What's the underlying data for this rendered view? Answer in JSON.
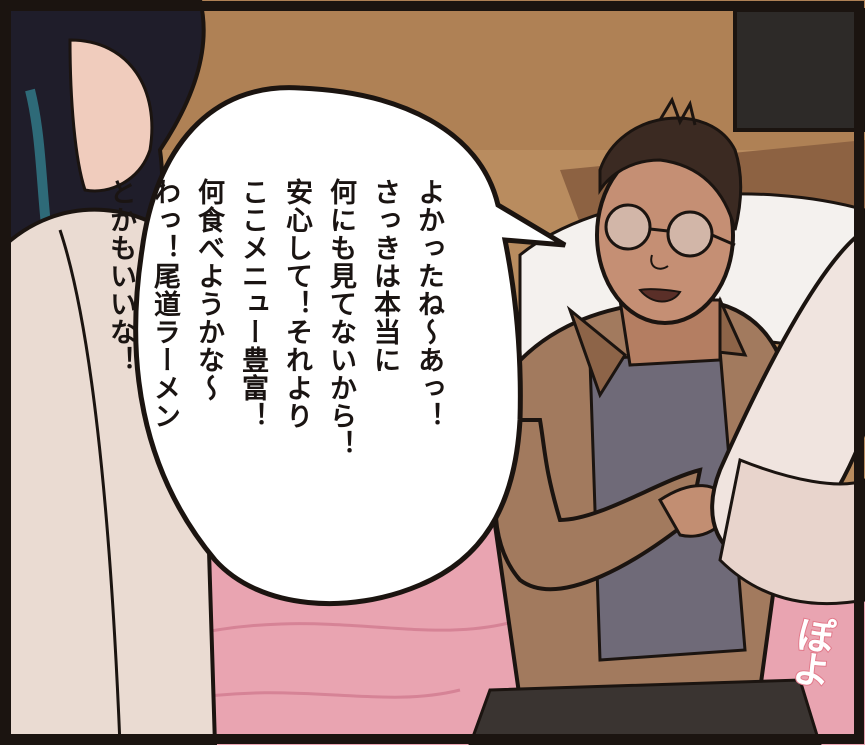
{
  "dialogue": {
    "lines": [
      "よかったね〜あっ！",
      "さっきは本当に",
      "何にも見てないから！",
      "安心して！それより",
      "ここメニュー豊富！",
      "何食べようかな〜",
      "わっ！尾道ラーメン",
      "とかもいいな！"
    ]
  },
  "sfx": "ぽよ",
  "colors": {
    "frame": "#1b1410",
    "wall": "#b58a5f",
    "sheet": "#e9a4b1",
    "bubble": "#ffffff",
    "sfx_outline": "#e27a8b"
  }
}
